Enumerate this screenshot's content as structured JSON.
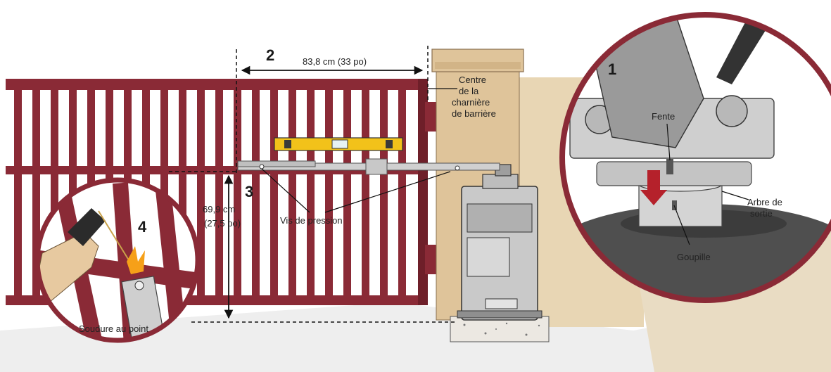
{
  "steps": [
    "1",
    "2",
    "3",
    "4"
  ],
  "labels": {
    "width_measure": "83,8 cm (33 po)",
    "height_measure_cm": "69,9 cm",
    "height_measure_in": "(27,5 po)",
    "hinge_center": [
      "Centre",
      "de la",
      "charnière",
      "de barrière"
    ],
    "set_screws": "Vis de pression",
    "slot": "Fente",
    "output_shaft": [
      "Arbre de",
      "sortie"
    ],
    "pin": "Goupille",
    "tack_weld": "Soudure au point"
  },
  "colors": {
    "gate": "#8a2a36",
    "gate_dark": "#6e1f29",
    "post": "#dfc49a",
    "level": "#f2c21a",
    "callout_border": "#8a2a36",
    "operator": "#c9c9c9"
  },
  "icons": [
    "arrow-down-icon"
  ]
}
